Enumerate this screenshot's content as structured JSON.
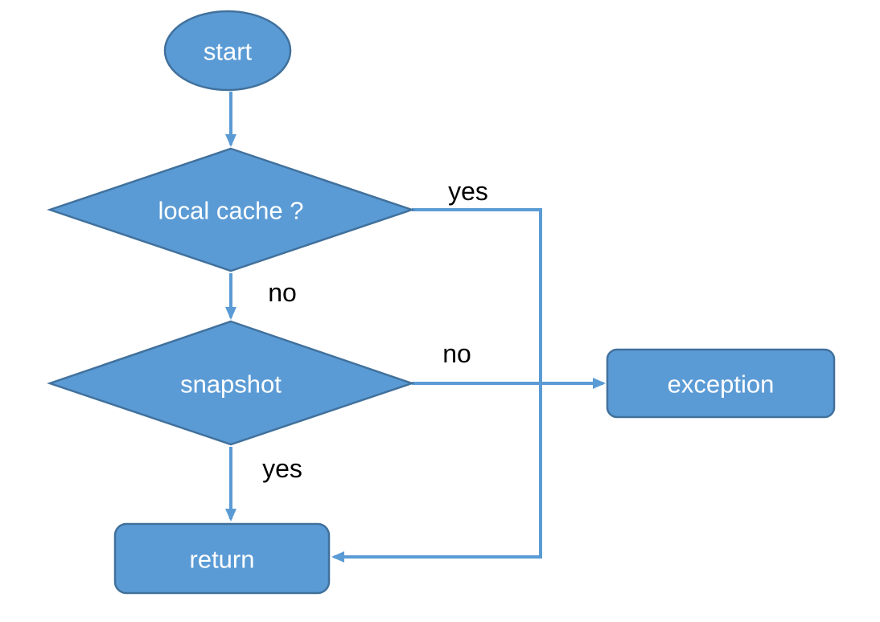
{
  "diagram": {
    "type": "flowchart",
    "nodes": {
      "start": {
        "label": "start",
        "shape": "ellipse"
      },
      "local_cache": {
        "label": "local cache ?",
        "shape": "decision-diamond"
      },
      "snapshot": {
        "label": "snapshot",
        "shape": "decision-diamond"
      },
      "exception": {
        "label": "exception",
        "shape": "rounded-rectangle"
      },
      "return": {
        "label": "return",
        "shape": "rounded-rectangle"
      }
    },
    "edges": [
      {
        "from": "start",
        "to": "local_cache",
        "label": ""
      },
      {
        "from": "local_cache",
        "to": "return",
        "label": "yes"
      },
      {
        "from": "local_cache",
        "to": "snapshot",
        "label": "no"
      },
      {
        "from": "snapshot",
        "to": "exception",
        "label": "no"
      },
      {
        "from": "snapshot",
        "to": "return",
        "label": "yes"
      }
    ],
    "colors": {
      "shape_fill": "#5B9BD5",
      "shape_border": "#41719C",
      "connector": "#5B9BD5",
      "shape_text": "#FFFFFF",
      "label_text": "#000000"
    }
  }
}
